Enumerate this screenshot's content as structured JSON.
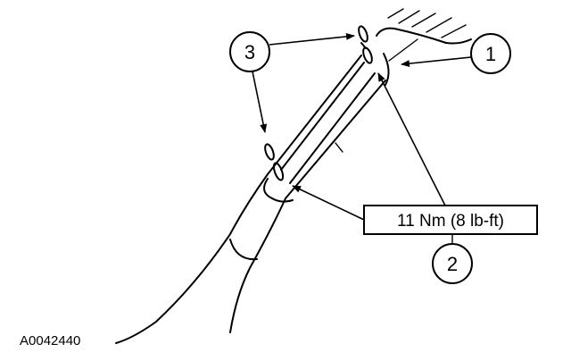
{
  "callouts": {
    "c1": "1",
    "c2": "2",
    "c3": "3"
  },
  "torque_label": "11 Nm (8 lb-ft)",
  "figure_id": "A0042440"
}
